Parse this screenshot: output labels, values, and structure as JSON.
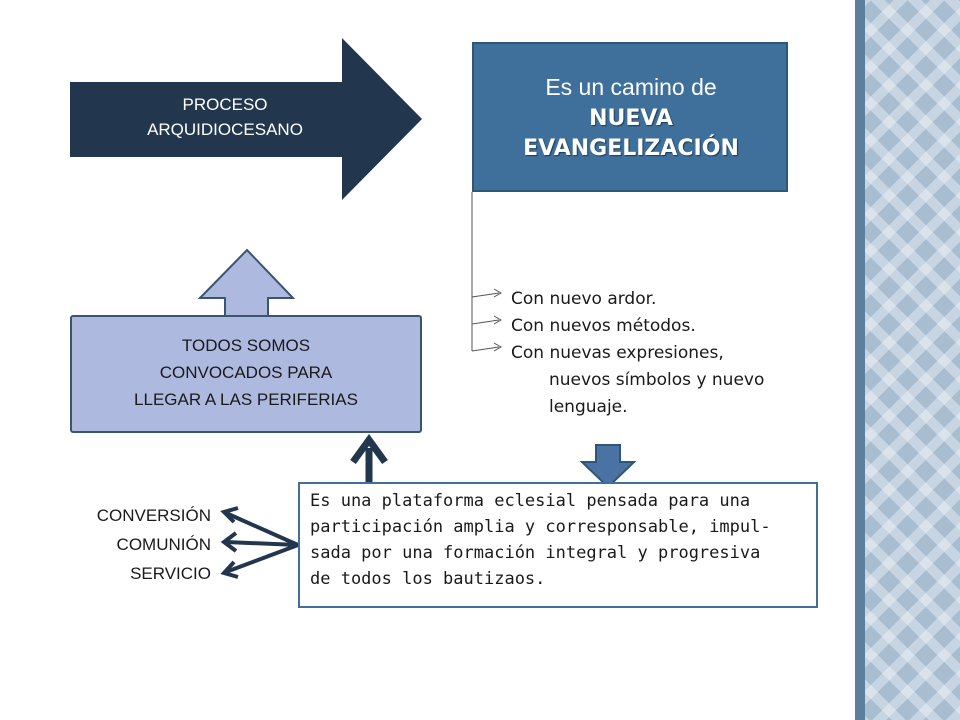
{
  "colors": {
    "dark_arrow": "#22374d",
    "title_box": "#3e709b",
    "todos_box": "#aeb9df",
    "accent_arrow": "#4a73a3",
    "side_strip": "#a9bdd1"
  },
  "process": {
    "line1": "PROCESO",
    "line2": "ARQUIDIOCESANO"
  },
  "title_box": {
    "line1": "Es un camino de",
    "line2": "NUEVA",
    "line3": "EVANGELIZACIÓN"
  },
  "features": {
    "items": [
      "Con nuevo ardor.",
      "Con nuevos métodos.",
      "Con nuevas expresiones,"
    ],
    "item3_cont1": "nuevos símbolos y nuevo",
    "item3_cont2": "lenguaje."
  },
  "todos": {
    "line1": "TODOS SOMOS",
    "line2": "CONVOCADOS PARA",
    "line3": "LLEGAR A LAS PERIFERIAS"
  },
  "platform": {
    "lines": [
      "Es una plataforma eclesial pensada para una",
      "participación amplia y corresponsable, impul-",
      "sada por una formación integral y progresiva",
      "de todos los bautizaos."
    ]
  },
  "outcomes": [
    "CONVERSIÓN",
    "COMUNIÓN",
    "SERVICIO"
  ]
}
